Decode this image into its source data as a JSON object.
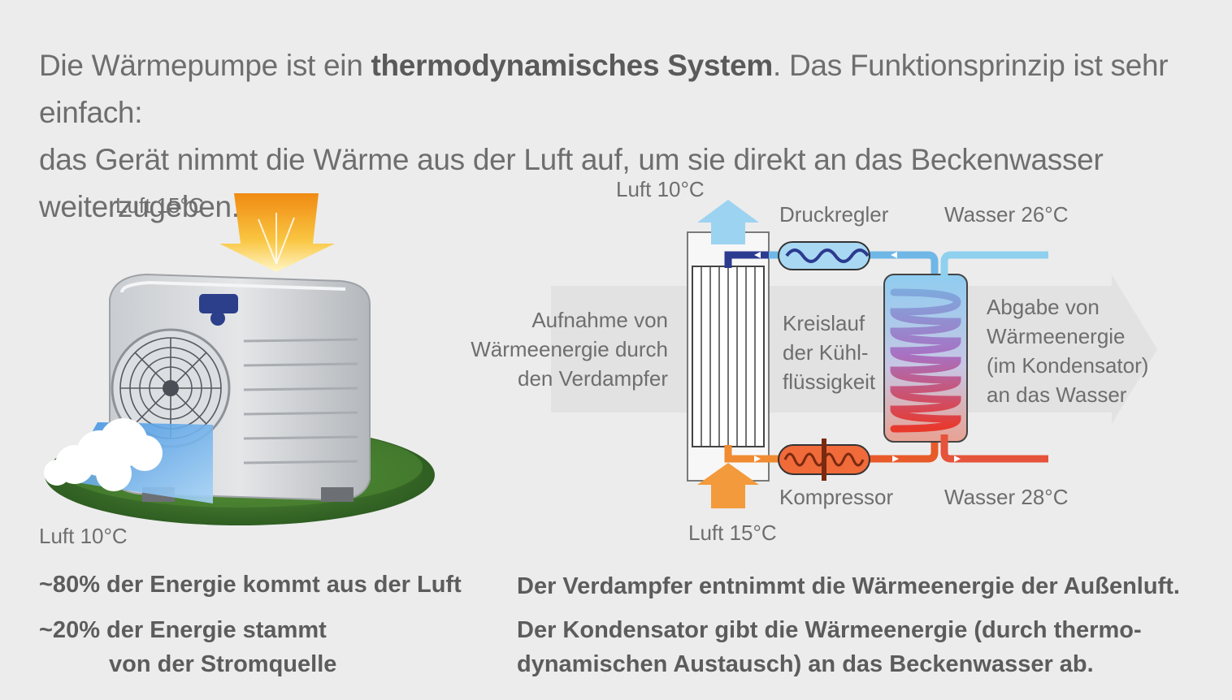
{
  "intro": {
    "part1": "Die Wärmepumpe ist ein ",
    "bold": "thermodynamisches System",
    "part2": ". Das Funktionsprinzip ist sehr einfach:",
    "line2": "das Gerät nimmt die Wärme aus der Luft auf, um sie direkt an das Beckenwasser weiterzugeben."
  },
  "left": {
    "air_in": "Luft 15°C",
    "air_out": "Luft 10°C",
    "energy_air": "~80% der Energie kommt aus der Luft",
    "energy_power_1": "~20% der Energie stammt",
    "energy_power_2": "von der Stromquelle"
  },
  "diagram": {
    "air_out": "Luft 10°C",
    "air_in": "Luft 15°C",
    "regulator": "Druckregler",
    "compressor": "Kompressor",
    "water_in": "Wasser 26°C",
    "water_out": "Wasser 28°C",
    "evaporator_1": "Aufnahme von",
    "evaporator_2": "Wärmeenergie durch",
    "evaporator_3": "den Verdampfer",
    "circuit_1": "Kreislauf",
    "circuit_2": "der Kühl-",
    "circuit_3": "flüssigkeit",
    "condenser_1": "Abgabe von",
    "condenser_2": "Wärmeenergie",
    "condenser_3": "(im Kondensator)",
    "condenser_4": "an das Wasser"
  },
  "captions": {
    "evaporator": "Der Verdampfer entnimmt die Wärmeenergie der Außenluft.",
    "condenser_1": "Der Kondensator gibt die Wärmeenergie (durch thermo-",
    "condenser_2": "dynamischen Austausch) an das Beckenwasser ab."
  },
  "colors": {
    "cold_arrow": "#9cd3f1",
    "warm_arrow": "#f39a3c",
    "cold_pipe": "#2b3b8f",
    "warm_pipe": "#e85a2a",
    "water_pipe_cold": "#8fd0ee",
    "water_pipe_warm": "#e5533a"
  }
}
